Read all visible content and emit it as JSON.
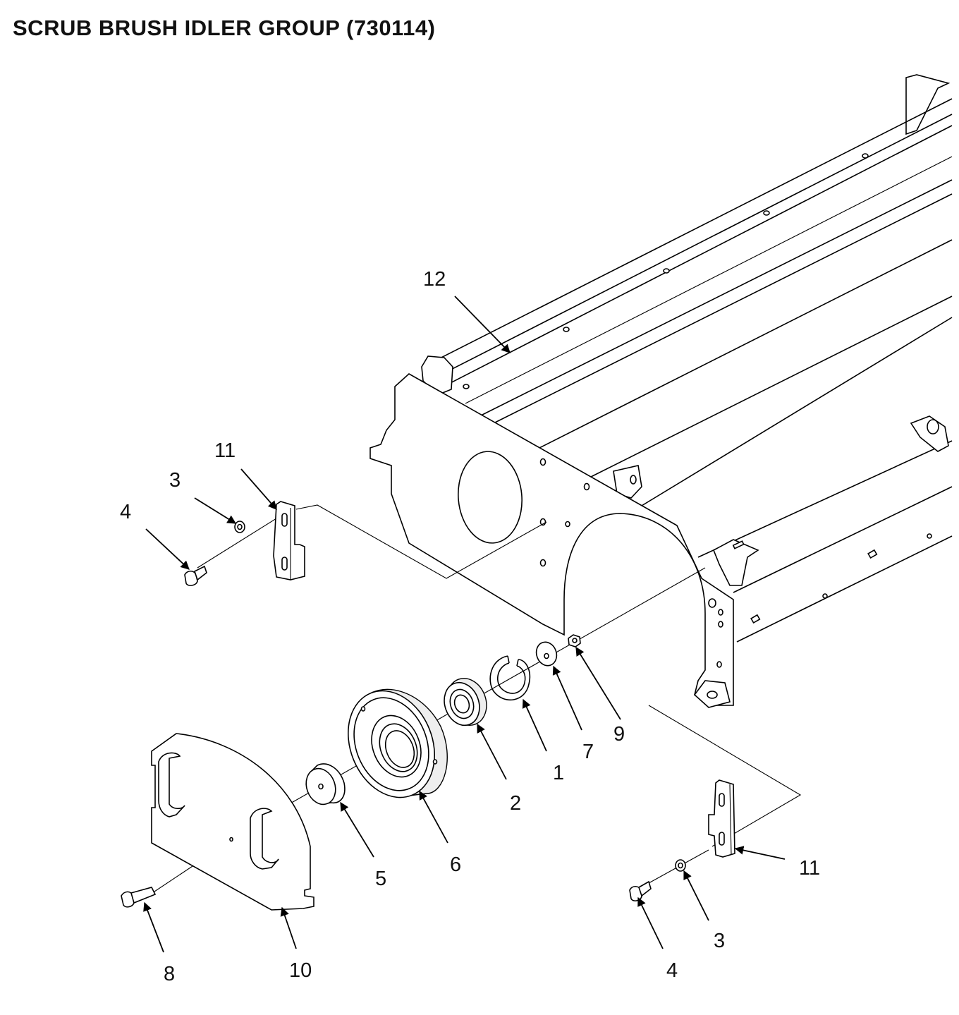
{
  "title": "SCRUB BRUSH IDLER GROUP (730114)",
  "callouts": {
    "c1": "1",
    "c2": "2",
    "c3a": "3",
    "c3b": "3",
    "c4a": "4",
    "c4b": "4",
    "c5": "5",
    "c6": "6",
    "c7": "7",
    "c8": "8",
    "c9": "9",
    "c10": "10",
    "c11a": "11",
    "c11b": "11",
    "c12": "12"
  }
}
